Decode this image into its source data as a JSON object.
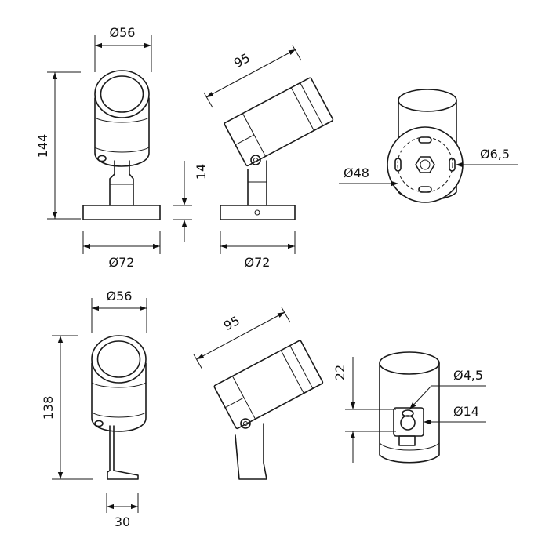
{
  "dimensions": {
    "v1_head_diameter": "Ø56",
    "v1_height": "144",
    "v1_base_diameter": "Ø72",
    "v2_length": "95",
    "v2_base_thickness": "14",
    "v2_base_diameter": "Ø72",
    "v3_bolt_circle": "Ø48",
    "v3_hole": "Ø6,5",
    "v4_head_diameter": "Ø56",
    "v4_height": "138",
    "v4_spike_offset": "30",
    "v5_length": "95",
    "v6_offset": "22",
    "v6_hole": "Ø4,5",
    "v6_bracket": "Ø14"
  }
}
